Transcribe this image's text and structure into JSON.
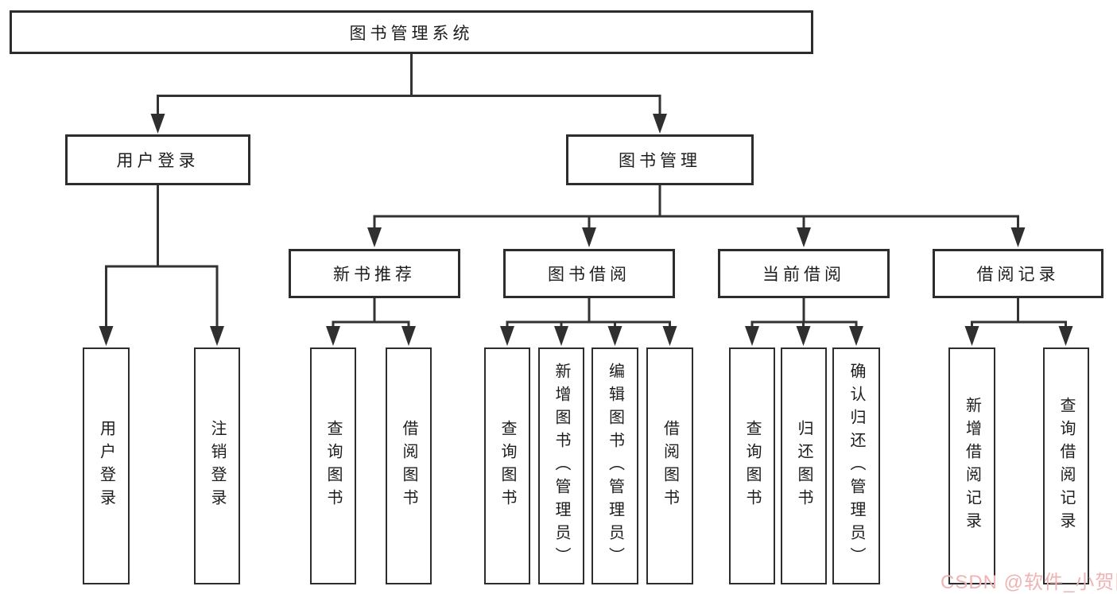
{
  "colors": {
    "line": "#333333",
    "box_border": "#2d2d2d",
    "text": "#1d1d1d",
    "watermark": "#f0b3b3",
    "background": "#ffffff"
  },
  "tree": {
    "label": "图书管理系统",
    "children": [
      {
        "label": "用户登录",
        "children": [
          {
            "label": "用户登录"
          },
          {
            "label": "注销登录"
          }
        ]
      },
      {
        "label": "图书管理",
        "children": [
          {
            "label": "新书推荐",
            "children": [
              {
                "label": "查询图书"
              },
              {
                "label": "借阅图书"
              }
            ]
          },
          {
            "label": "图书借阅",
            "children": [
              {
                "label": "查询图书"
              },
              {
                "label": "新增图书（管理员）"
              },
              {
                "label": "编辑图书（管理员）"
              },
              {
                "label": "借阅图书"
              }
            ]
          },
          {
            "label": "当前借阅",
            "children": [
              {
                "label": "查询图书"
              },
              {
                "label": "归还图书"
              },
              {
                "label": "确认归还（管理员）"
              }
            ]
          },
          {
            "label": "借阅记录",
            "children": [
              {
                "label": "新增借阅记录"
              },
              {
                "label": "查询借阅记录"
              }
            ]
          }
        ]
      }
    ]
  },
  "watermark": {
    "text": "CSDN @软件_小贺同学"
  }
}
